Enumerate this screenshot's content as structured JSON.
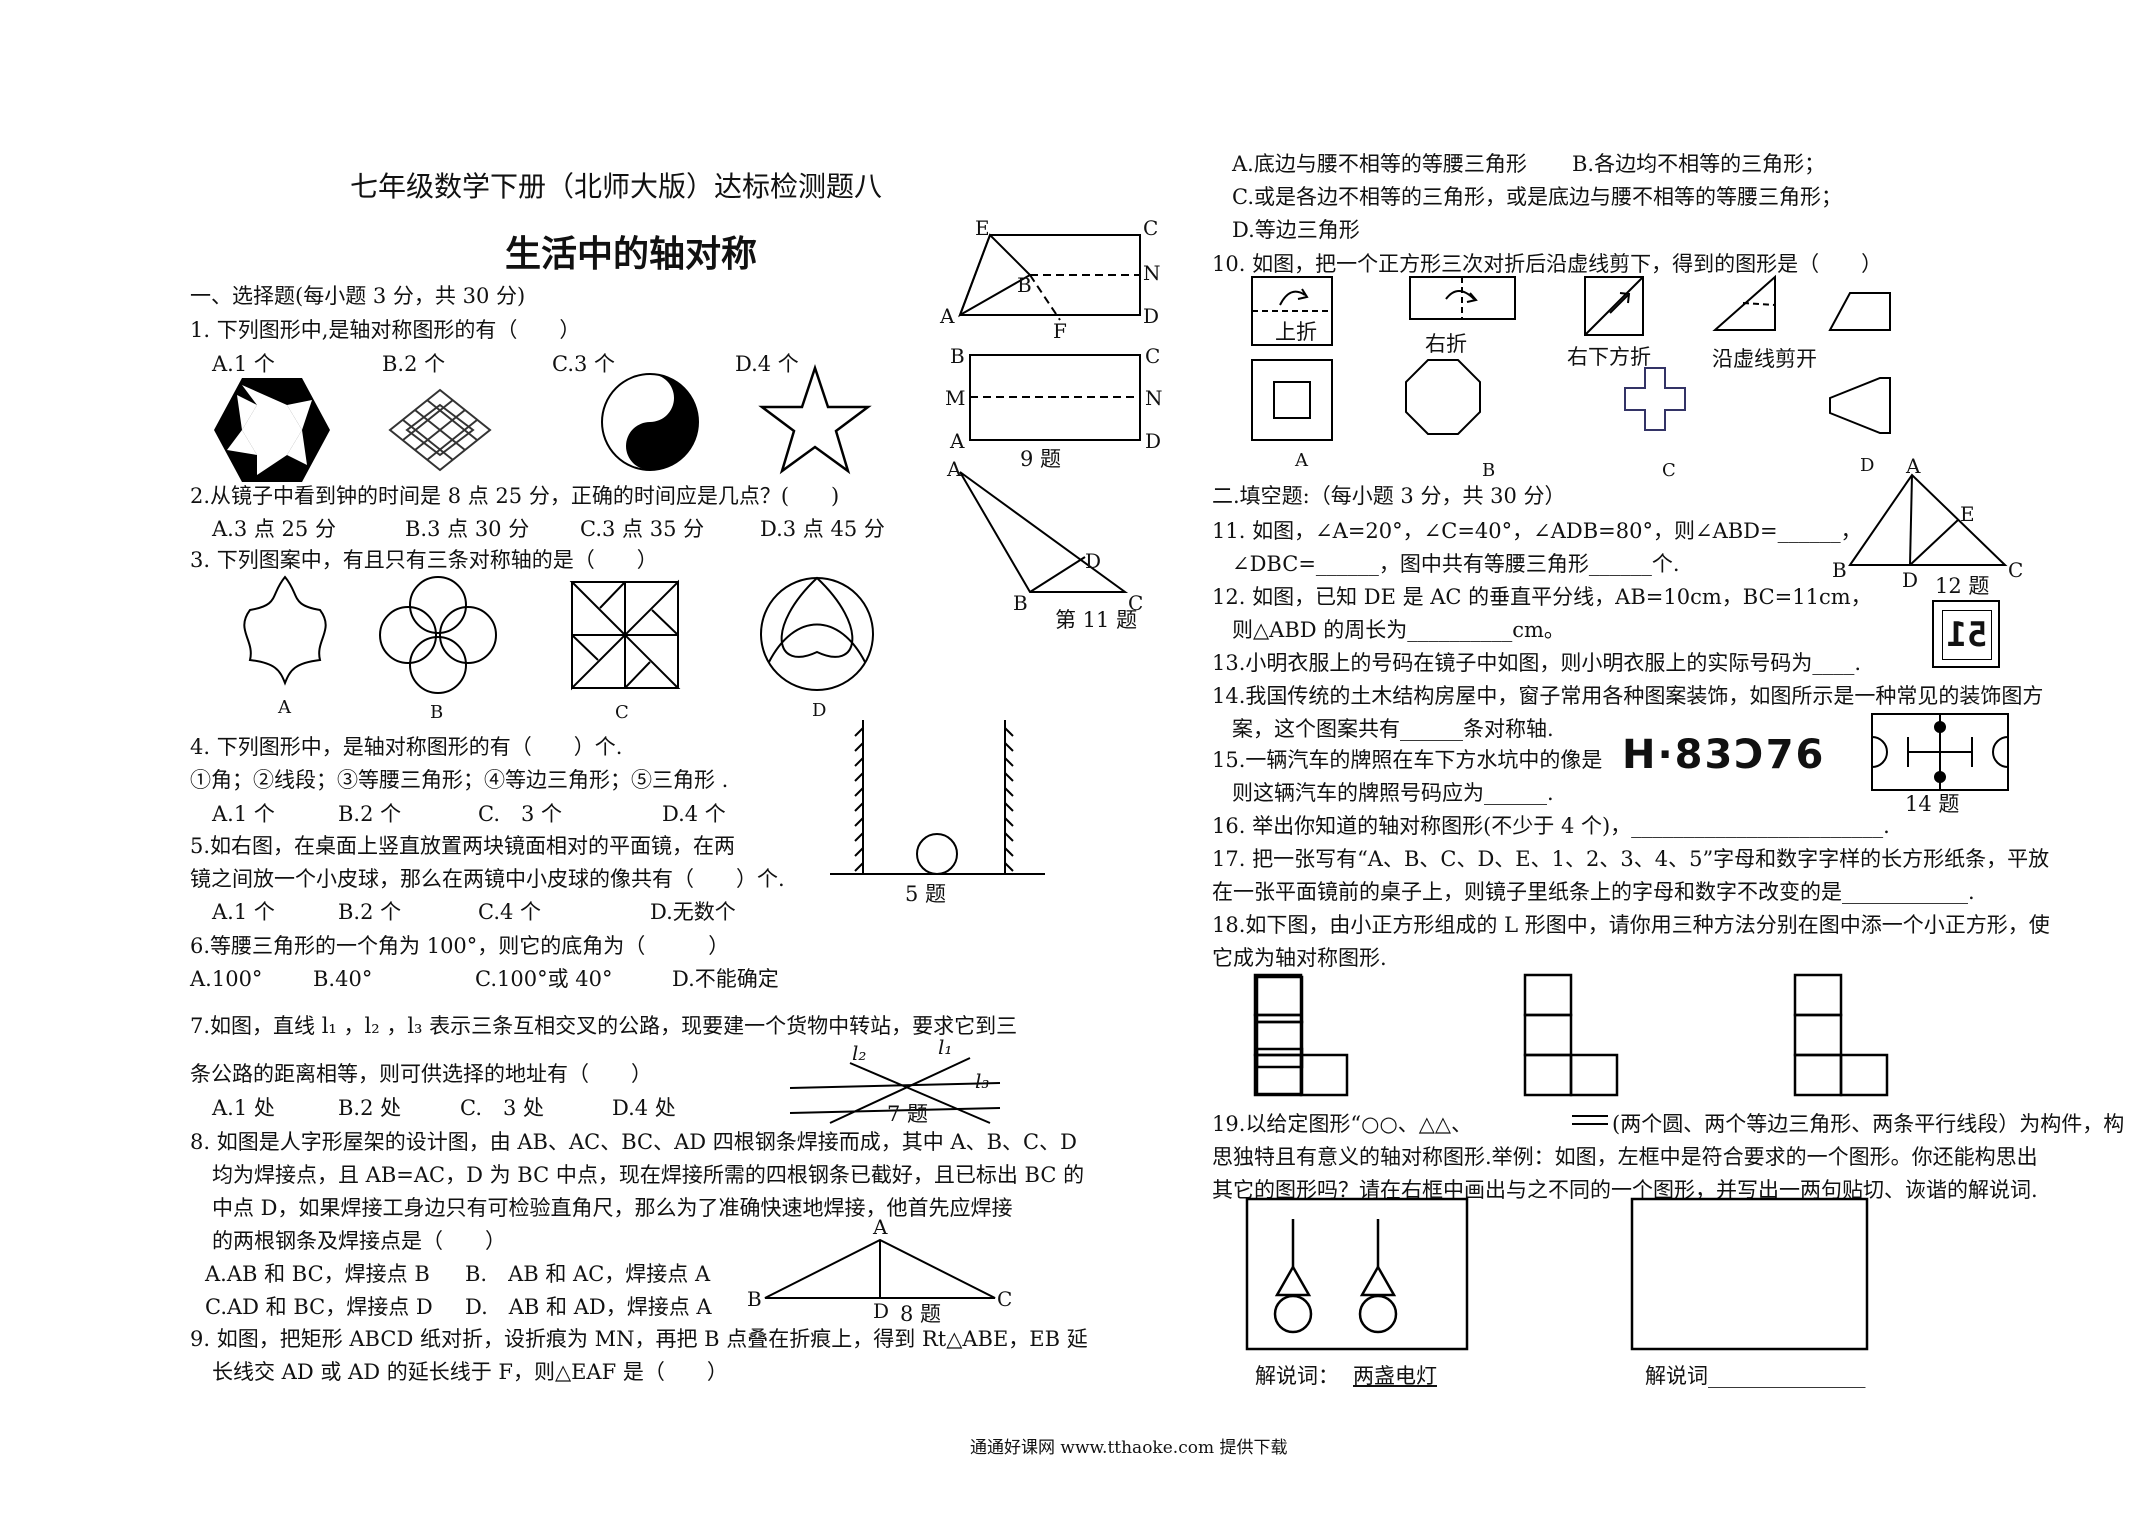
{
  "title": "七年级数学下册（北师大版）达标检测题八",
  "subtitle": "生活中的轴对称",
  "section1": "一、选择题(每小题 3 分，共 30 分)",
  "q1": {
    "stem": "1. 下列图形中,是轴对称图形的有（　　）",
    "opts": [
      "A.1 个",
      "B.2 个",
      "C.3 个",
      "D.4 个"
    ]
  },
  "q2": {
    "stem": "2.从镜子中看到钟的时间是 8 点 25 分，正确的时间应是几点？(　　)",
    "opts": [
      "A.3 点 25 分",
      "B.3 点 30 分",
      "C.3 点 35 分",
      "D.3 点 45 分"
    ]
  },
  "q3": {
    "stem": "3. 下列图案中，有且只有三条对称轴的是（　　）",
    "labels": [
      "A",
      "B",
      "C",
      "D"
    ]
  },
  "q4": {
    "stem": "4. 下列图形中，是轴对称图形的有（　　）个.",
    "items": "①角；②线段；③等腰三角形；④等边三角形；⑤三角形 .",
    "opts": [
      "A.1 个",
      "B.2 个",
      "C.　3 个",
      "D.4 个"
    ]
  },
  "q5": {
    "line1": "5.如右图，在桌面上竖直放置两块镜面相对的平面镜，在两",
    "line2": "镜之间放一个小皮球，那么在两镜中小皮球的像共有（　　）个.",
    "opts": [
      "A.1 个",
      "B.2 个",
      "C.4 个",
      "D.无数个"
    ],
    "fig": "5 题"
  },
  "q6": {
    "stem": "6.等腰三角形的一个角为 100°，则它的底角为（　　　）",
    "opts": [
      "A.100°",
      "B.40°",
      "C.100°或 40°",
      "D.不能确定"
    ]
  },
  "q7": {
    "line1": "7.如图，直线 l₁ ，l₂ ，l₃ 表示三条互相交叉的公路，现要建一个货物中转站，要求它到三",
    "line2": "条公路的距离相等，则可供选择的地址有（　　）",
    "opts": [
      "A.1 处",
      "B.2 处",
      "C.　3 处",
      "D.4 处"
    ],
    "fig": "7 题",
    "l1": "l₁",
    "l2": "l₂",
    "l3": "l₃"
  },
  "q8": {
    "lines": [
      "8. 如图是人字形屋架的设计图，由 AB、AC、BC、AD 四根钢条焊接而成，其中 A、B、C、D",
      "均为焊接点，且 AB=AC，D 为 BC 中点，现在焊接所需的四根钢条已截好，且已标出 BC 的",
      "中点 D，如果焊接工身边只有可检验直角尺，那么为了准确快速地焊接，他首先应焊接",
      "的两根钢条及焊接点是（　　）"
    ],
    "opts": [
      "A.AB 和 BC，焊接点 B",
      "B.　AB 和 AC，焊接点 A",
      "C.AD 和 BC，焊接点 D",
      "D.　AB 和 AD，焊接点 A"
    ],
    "fig": "8 题"
  },
  "q9": {
    "line1": "9. 如图，把矩形 ABCD 纸对折，设折痕为 MN，再把 B 点叠在折痕上，得到 Rt△ABE，EB 延",
    "line2": "长线交 AD 或 AD 的延长线于 F，则△EAF 是（　　）",
    "opts": [
      "A.底边与腰不相等的等腰三角形",
      "B.各边均不相等的三角形；",
      "C.或是各边不相等的三角形，或是底边与腰不相等的等腰三角形；",
      "D.等边三角形"
    ],
    "fig": "9 题"
  },
  "q10": {
    "stem": "10. 如图，把一个正方形三次对折后沿虚线剪下，得到的图形是（　　）",
    "steps": [
      "上折",
      "右折",
      "右下方折",
      "沿虚线剪开"
    ],
    "labels": [
      "A",
      "B",
      "C",
      "D"
    ]
  },
  "section2": "二.填空题:（每小题 3 分，共 30 分）",
  "q11": {
    "line1": "11. 如图，∠A=20°，∠C=40°，∠ADB=80°，则∠ABD=______，",
    "line2": "∠DBC=______，图中共有等腰三角形______个.",
    "fig": "第 11 题"
  },
  "q12": {
    "line1": "12. 如图，已知 DE 是 AC 的垂直平分线，AB=10cm，BC=11cm，",
    "line2": "则△ABD 的周长为__________cm。",
    "fig": "12 题"
  },
  "q13": {
    "stem": "13.小明衣服上的号码在镜子中如图，则小明衣服上的实际号码为____.",
    "mirror": "51"
  },
  "q14": {
    "line1": "14.我国传统的土木结构房屋中，窗子常用各种图案装饰，如图所示是一种常见的装饰图方",
    "line2": "案，这个图案共有______条对称轴.",
    "fig": "14 题"
  },
  "q15": {
    "line1": "15.一辆汽车的牌照在车下方水坑中的像是",
    "plate": "H·83Ↄ76",
    "line2": "则这辆汽车的牌照号码应为______."
  },
  "q16": {
    "stem": "16. 举出你知道的轴对称图形(不少于 4 个)，________________________."
  },
  "q17": {
    "line1": "17. 把一张写有“A、B、C、D、E、1、2、3、4、5”字母和数字字样的长方形纸条，平放",
    "line2": "在一张平面镜前的桌子上，则镜子里纸条上的字母和数字不改变的是____________."
  },
  "q18": {
    "line1": "18.如下图，由小正方形组成的 L 形图中，请你用三种方法分别在图中添一个小正方形，使",
    "line2": "它成为轴对称图形."
  },
  "q19": {
    "line1a": "19.以给定图形“○○、△△、",
    "line1b": "(两个圆、两个等边三角形、两条平行线段）为构件，构",
    "line2": "思独特且有意义的轴对称图形.举例：如图，左框中是符合要求的一个图形。你还能构思出",
    "line3": "其它的图形吗？请在右框中画出与之不同的一个图形，并写出一两句贴切、诙谐的解说词.",
    "caption_label": "解说词：",
    "caption_value": "两盏电灯",
    "caption2": "解说词_______________"
  },
  "footer": "通通好课网 www.tthaoke.com 提供下载",
  "geom": {
    "E": "E",
    "C": "C",
    "N": "N",
    "A": "A",
    "B": "B",
    "F": "F",
    "D": "D",
    "M": "M"
  }
}
